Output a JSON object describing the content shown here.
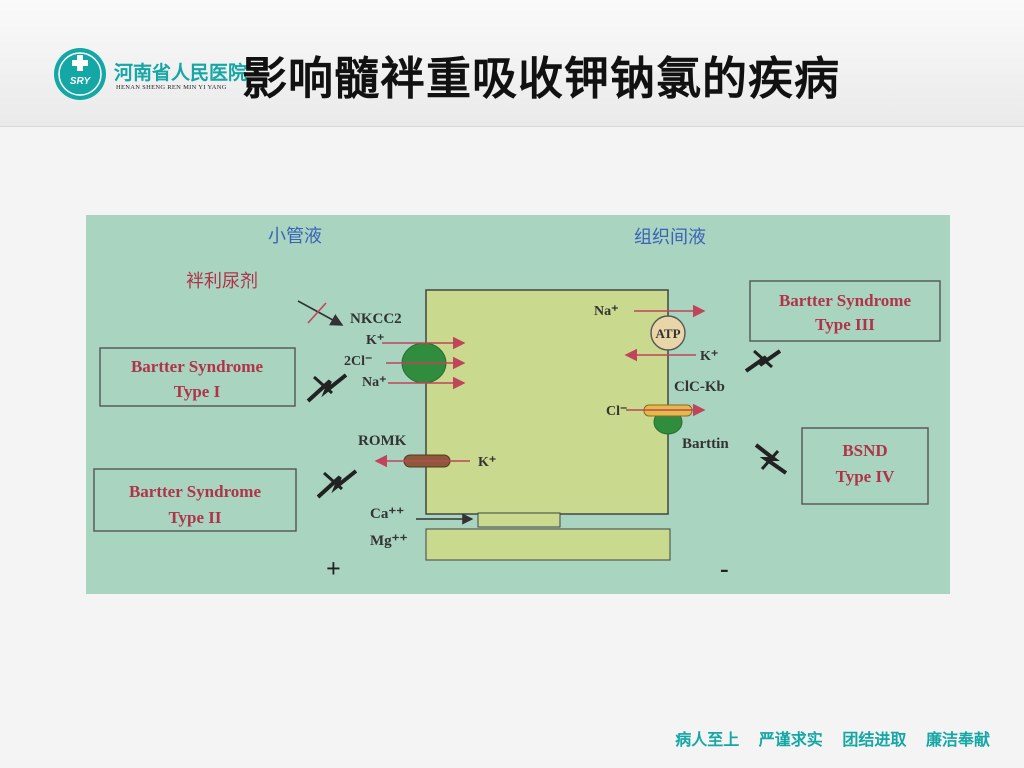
{
  "header": {
    "hospital_name": "河南省人民医院",
    "hospital_pinyin": "HENAN SHENG REN MIN YI YANG",
    "logo_text": "SRY",
    "title": "影响髓袢重吸收钾钠氯的疾病"
  },
  "diagram": {
    "lumen_label": "小管液",
    "interstitial_label": "组织间液",
    "diuretic_label": "袢利尿剂",
    "nkcc2": "NKCC2",
    "k_plus": "K⁺",
    "two_cl": "2Cl⁻",
    "na_plus": "Na⁺",
    "romk": "ROMK",
    "romk_k": "K⁺",
    "ca": "Ca⁺⁺",
    "mg": "Mg⁺⁺",
    "plus_sign": "+",
    "minus_sign": "-",
    "na_right": "Na⁺",
    "atp": "ATP",
    "k_right": "K⁺",
    "clc_kb": "ClC-Kb",
    "cl_right": "Cl⁻",
    "barttin": "Barttin",
    "bartter1_line1": "Bartter Syndrome",
    "bartter1_line2": "Type I",
    "bartter2_line1": "Bartter Syndrome",
    "bartter2_line2": "Type II",
    "bartter3_line1": "Bartter Syndrome",
    "bartter3_line2": "Type III",
    "bsnd_line1": "BSND",
    "bsnd_line2": "Type IV"
  },
  "footer": {
    "motto1": "病人至上",
    "motto2": "严谨求实",
    "motto3": "团结进取",
    "motto4": "廉洁奉献"
  },
  "colors": {
    "teal": "#15a6a6",
    "slide_bg": "#a9d4c0",
    "cell_fill": "#c9d98e",
    "arrow": "#c0445a",
    "label_blue": "#3a62b8",
    "label_red": "#b0334a"
  }
}
